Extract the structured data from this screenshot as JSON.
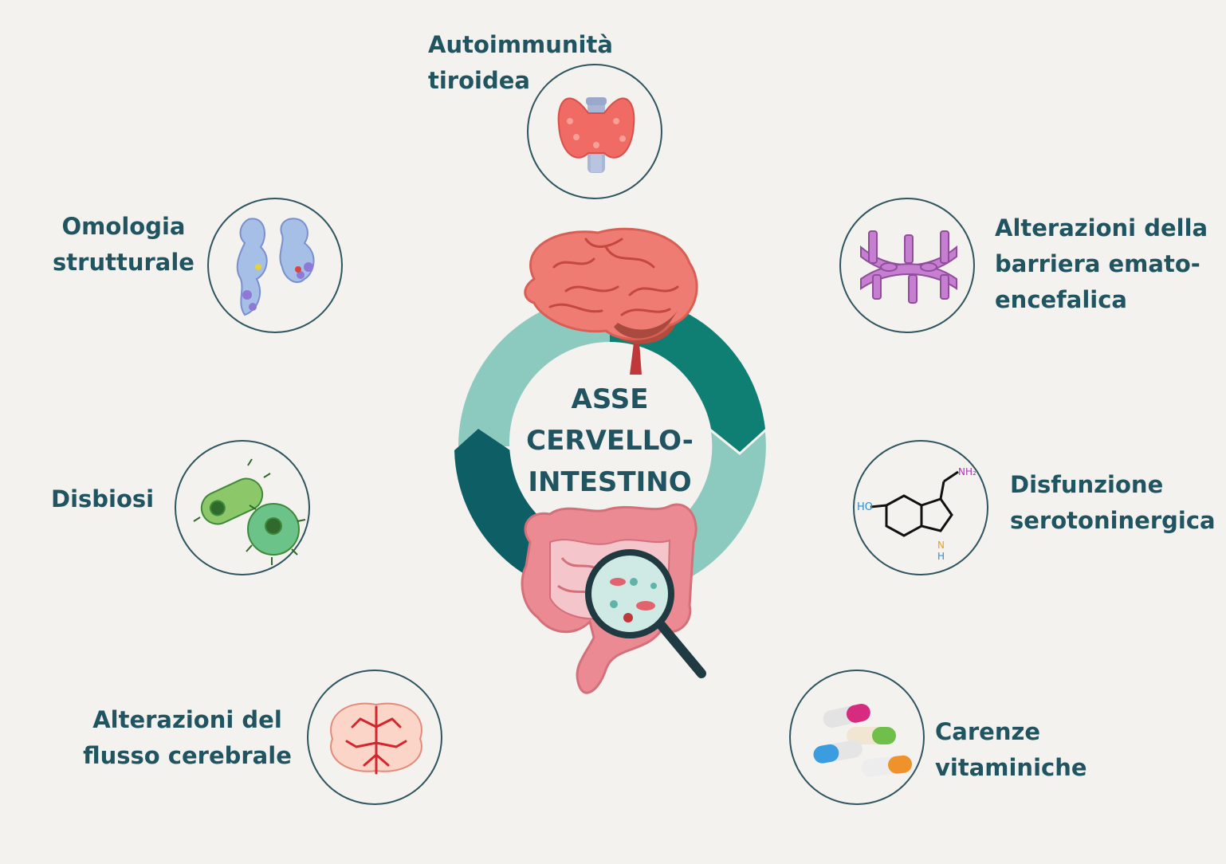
{
  "center": {
    "line1": "ASSE",
    "line2": "CERVELLO-",
    "line3": "INTESTINO"
  },
  "nodes": {
    "thyroid": {
      "line1": "Autoimmunità",
      "line2": "tiroidea",
      "icon": "thyroid-icon"
    },
    "bbb": {
      "line1": "Alterazioni della",
      "line2": "barriera emato-",
      "line3": "encefalica",
      "icon": "barrier-icon"
    },
    "serotonin": {
      "line1": "Disfunzione",
      "line2": "serotoninergica",
      "icon": "serotonin-molecule-icon",
      "chem_ho": "HO",
      "chem_nh2": "NH₂",
      "chem_n": "N",
      "chem_h": "H"
    },
    "vitamins": {
      "line1": "Carenze",
      "line2": "vitaminiche",
      "icon": "capsules-icon"
    },
    "flow": {
      "line1": "Alterazioni del",
      "line2": "flusso cerebrale",
      "icon": "brain-vessels-icon"
    },
    "dysbiosis": {
      "line1": "Disbiosi",
      "icon": "bacteria-icon"
    },
    "homology": {
      "line1": "Omologia",
      "line2": "strutturale",
      "icon": "protein-structure-icon"
    }
  },
  "colors": {
    "text": "#1f5460",
    "ring_dark": "#0e5e66",
    "ring_light": "#8ccabf",
    "ring_mid": "#0f7f73",
    "brain": "#ef7c72",
    "gut": "#ec8a93",
    "background": "#f4f2ee"
  }
}
